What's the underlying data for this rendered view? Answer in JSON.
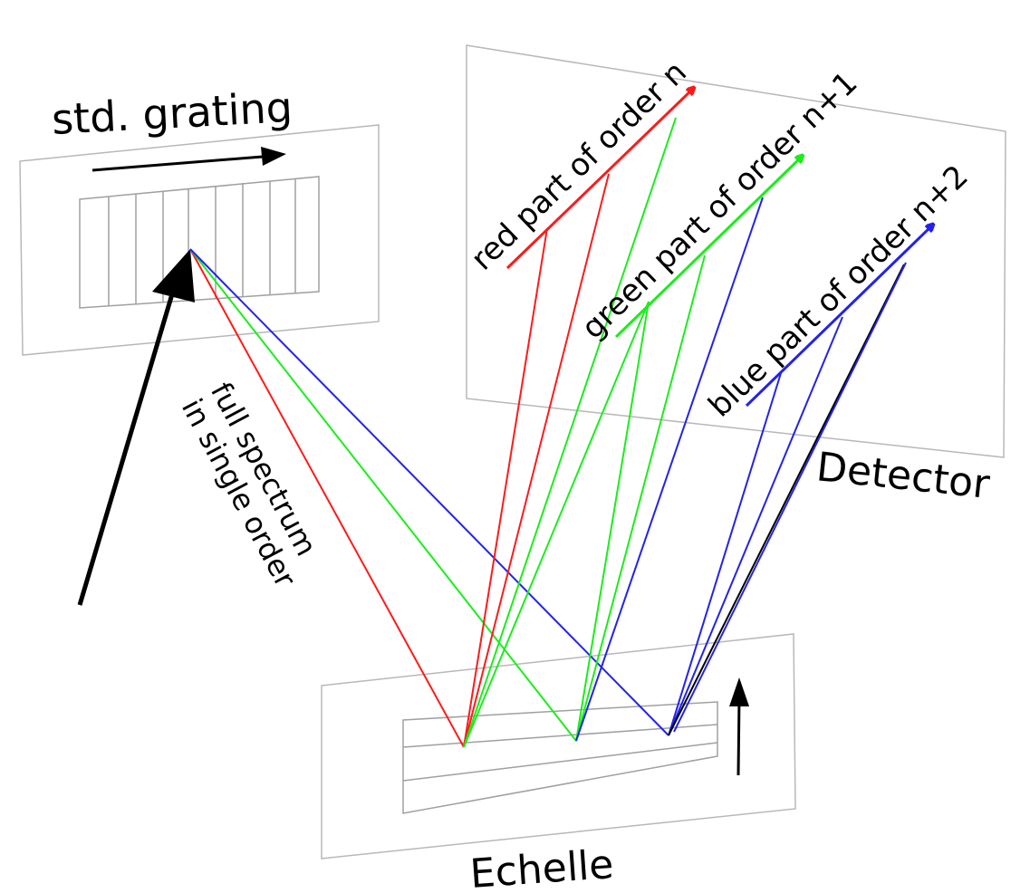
{
  "labels": {
    "std_grating": "std. grating",
    "full_spectrum_line1": "full spectrum",
    "full_spectrum_line2": "in single order",
    "echelle": "Echelle",
    "detector": "Detector",
    "red_order": "red part of order n",
    "green_order": "green part of order n+1",
    "blue_order": "blue part of order n+2"
  },
  "colors": {
    "red": "#ff1a1a",
    "green": "#1aee1a",
    "blue": "#2222ee",
    "black": "#000000",
    "panel": "#b8b8b8"
  }
}
